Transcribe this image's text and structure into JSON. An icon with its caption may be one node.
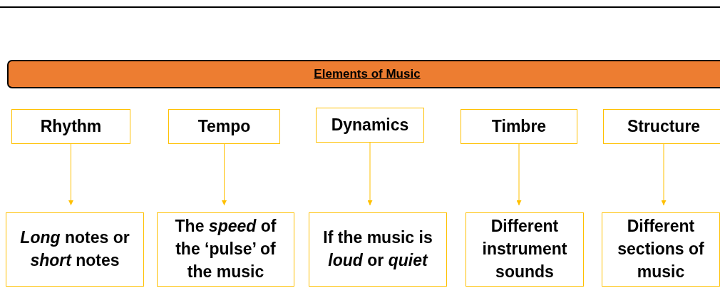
{
  "diagram": {
    "title": "Elements of Music",
    "nodes": [
      {
        "text": [
          "Rhythm"
        ]
      },
      {
        "text": [
          "Tempo"
        ]
      },
      {
        "text": [
          "Dynamics"
        ]
      },
      {
        "text": [
          "Timbre"
        ]
      },
      {
        "text": [
          "Structure"
        ]
      },
      {
        "text": [
          "*Long* notes or *short* notes"
        ]
      },
      {
        "text": [
          "The *speed* of the ‘pulse’ of the music"
        ]
      },
      {
        "text": [
          "If the music is *loud* or *quiet*"
        ]
      },
      {
        "text": [
          "Different instrument sounds"
        ]
      },
      {
        "text": [
          "Different sections of music"
        ]
      }
    ],
    "edges": [
      {
        "from": 0,
        "to": 5,
        "arrow": "to"
      },
      {
        "from": 1,
        "to": 6,
        "arrow": "to"
      },
      {
        "from": 2,
        "to": 7,
        "arrow": "to"
      },
      {
        "from": 3,
        "to": 8,
        "arrow": "to"
      },
      {
        "from": 4,
        "to": 9,
        "arrow": "to"
      }
    ]
  }
}
